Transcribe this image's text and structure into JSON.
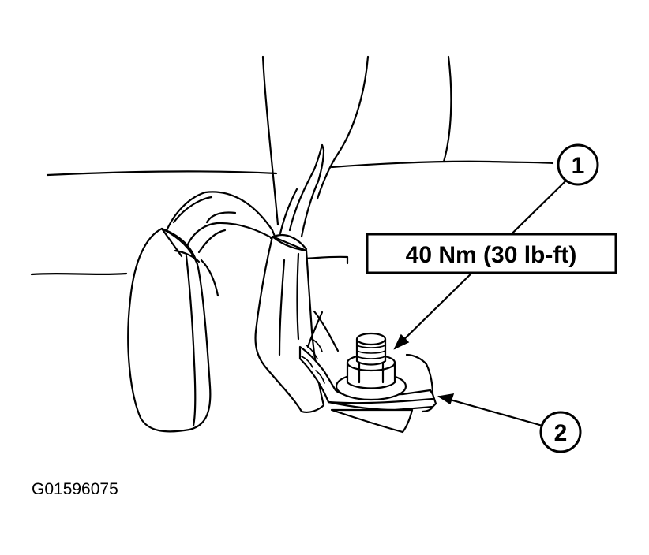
{
  "callouts": [
    {
      "number": "1"
    },
    {
      "number": "2"
    }
  ],
  "torque_label": "40 Nm (30 lb-ft)",
  "figure_id": "G01596075"
}
